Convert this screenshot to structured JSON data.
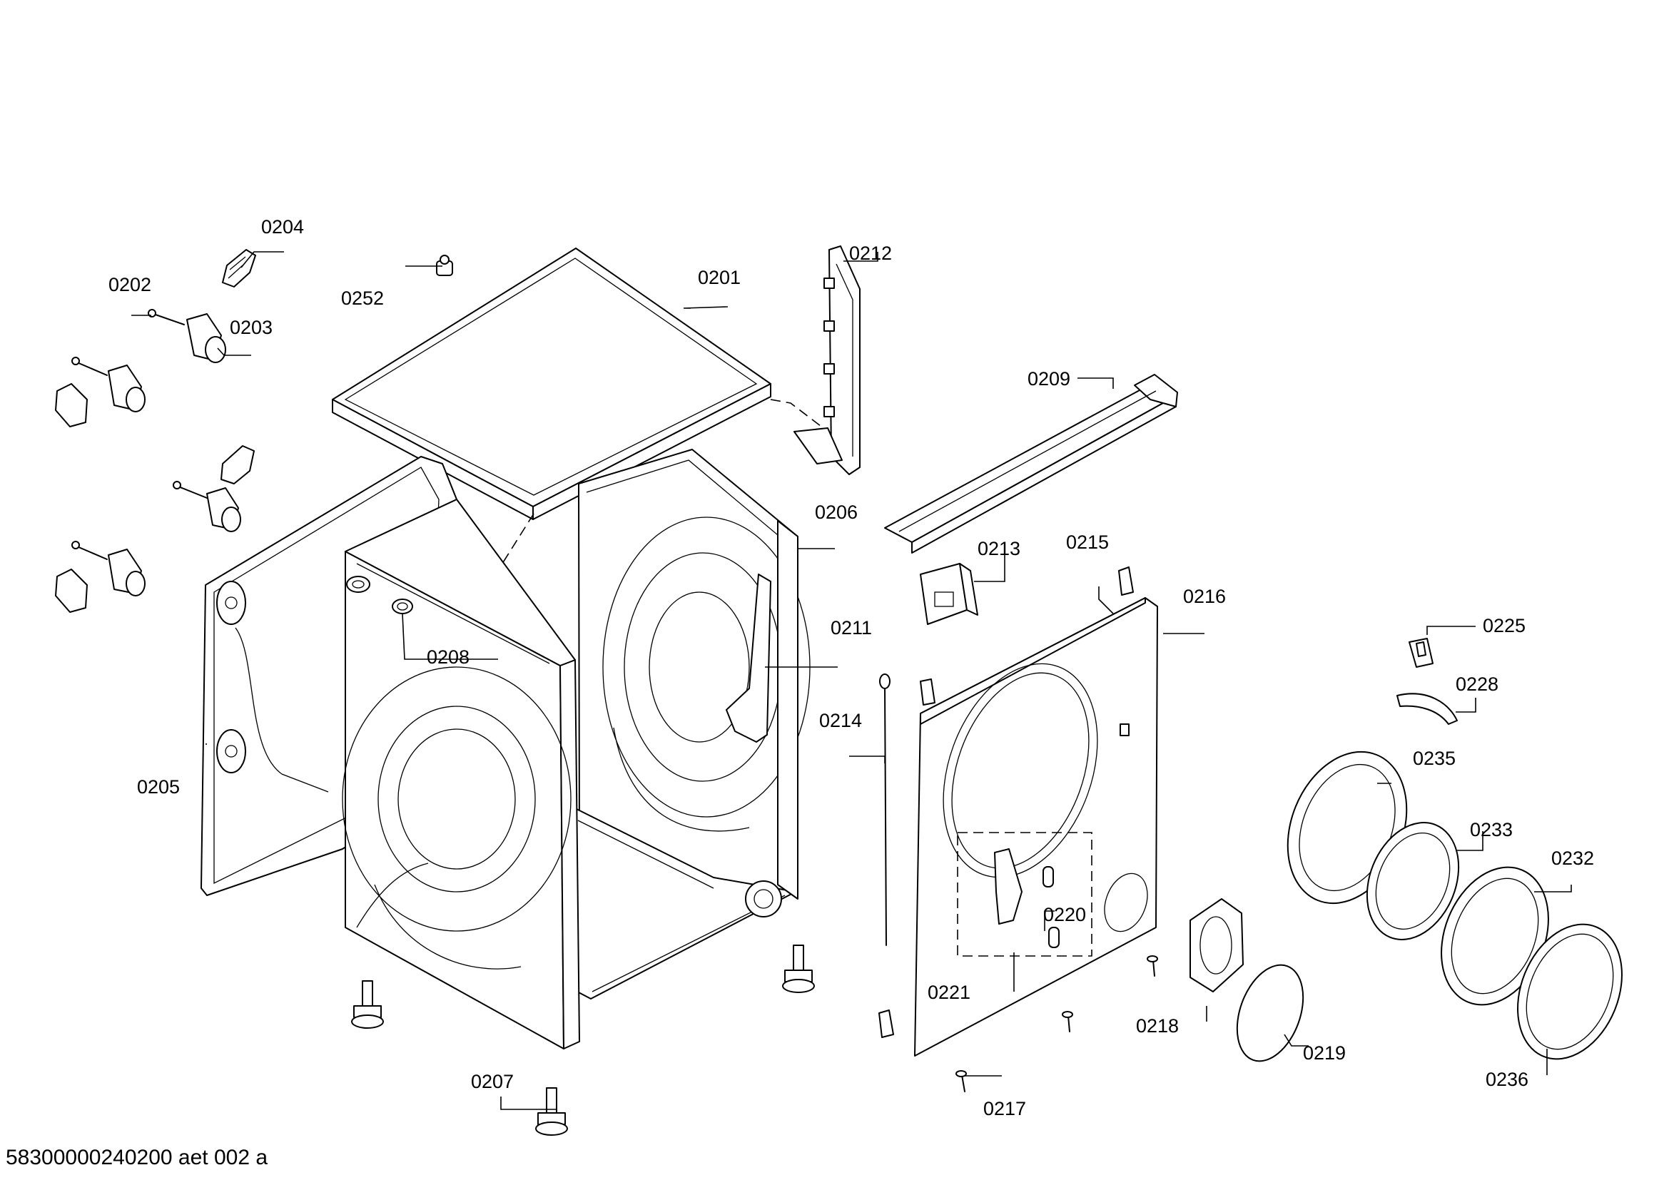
{
  "labels": {
    "p0201": "0201",
    "p0202": "0202",
    "p0203": "0203",
    "p0204": "0204",
    "p0205": "0205",
    "p0206": "0206",
    "p0207": "0207",
    "p0208": "0208",
    "p0209": "0209",
    "p0211": "0211",
    "p0212": "0212",
    "p0213": "0213",
    "p0214": "0214",
    "p0215": "0215",
    "p0216": "0216",
    "p0217": "0217",
    "p0218": "0218",
    "p0219": "0219",
    "p0220": "0220",
    "p0221": "0221",
    "p0225": "0225",
    "p0228": "0228",
    "p0232": "0232",
    "p0233": "0233",
    "p0235": "0235",
    "p0236": "0236",
    "p0252": "0252"
  },
  "footer": {
    "drawing_id": "58300000240200 aet 002 a"
  }
}
